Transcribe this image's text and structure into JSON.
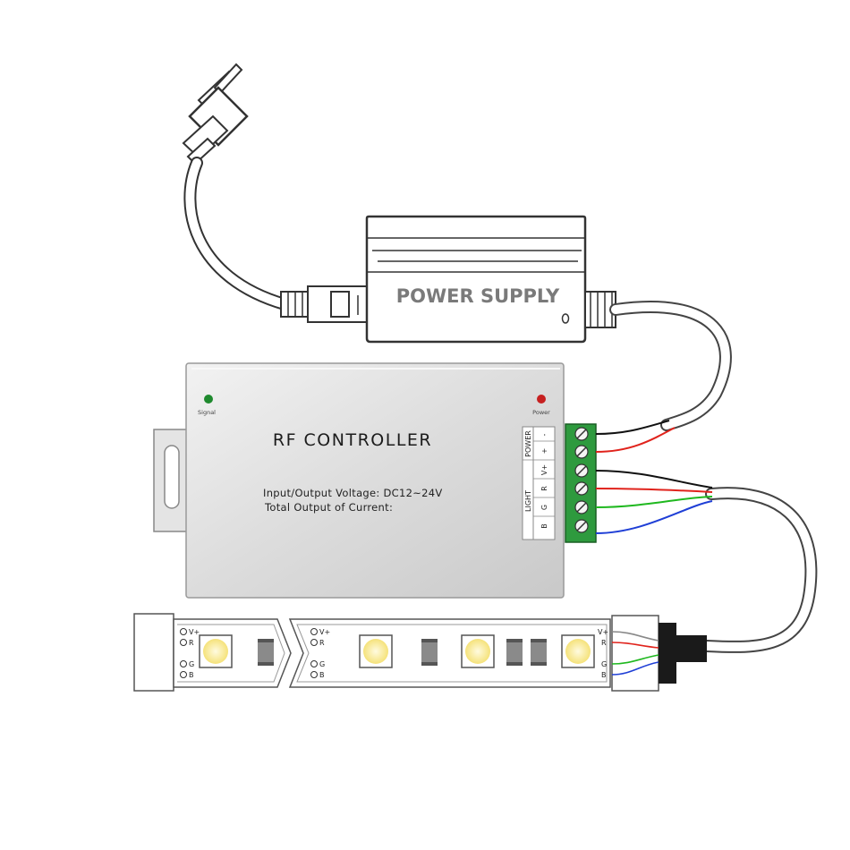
{
  "power_supply": {
    "label": "POWER SUPPLY"
  },
  "controller": {
    "title": "RF  CONTROLLER",
    "spec_voltage": "Input/Output Voltage: DC12~24V",
    "spec_current": "Total Output of Current:",
    "signal_label": "Signal",
    "power_label": "Power",
    "terminal": {
      "group_power": "POWER",
      "group_light": "LIGHT",
      "pins": [
        "-",
        "+",
        "V+",
        "R",
        "G",
        "B"
      ]
    }
  },
  "strip": {
    "pad_labels": [
      "V+",
      "R",
      "G",
      "B"
    ]
  },
  "colors": {
    "wire_black": "#111111",
    "wire_red": "#e0231c",
    "wire_green": "#1fb81f",
    "wire_blue": "#1f3fd6",
    "terminal_green": "#2e9a3e",
    "led_yellow": "#fff2a8",
    "signal_led": "#1f8a2e",
    "power_led": "#c62020"
  }
}
